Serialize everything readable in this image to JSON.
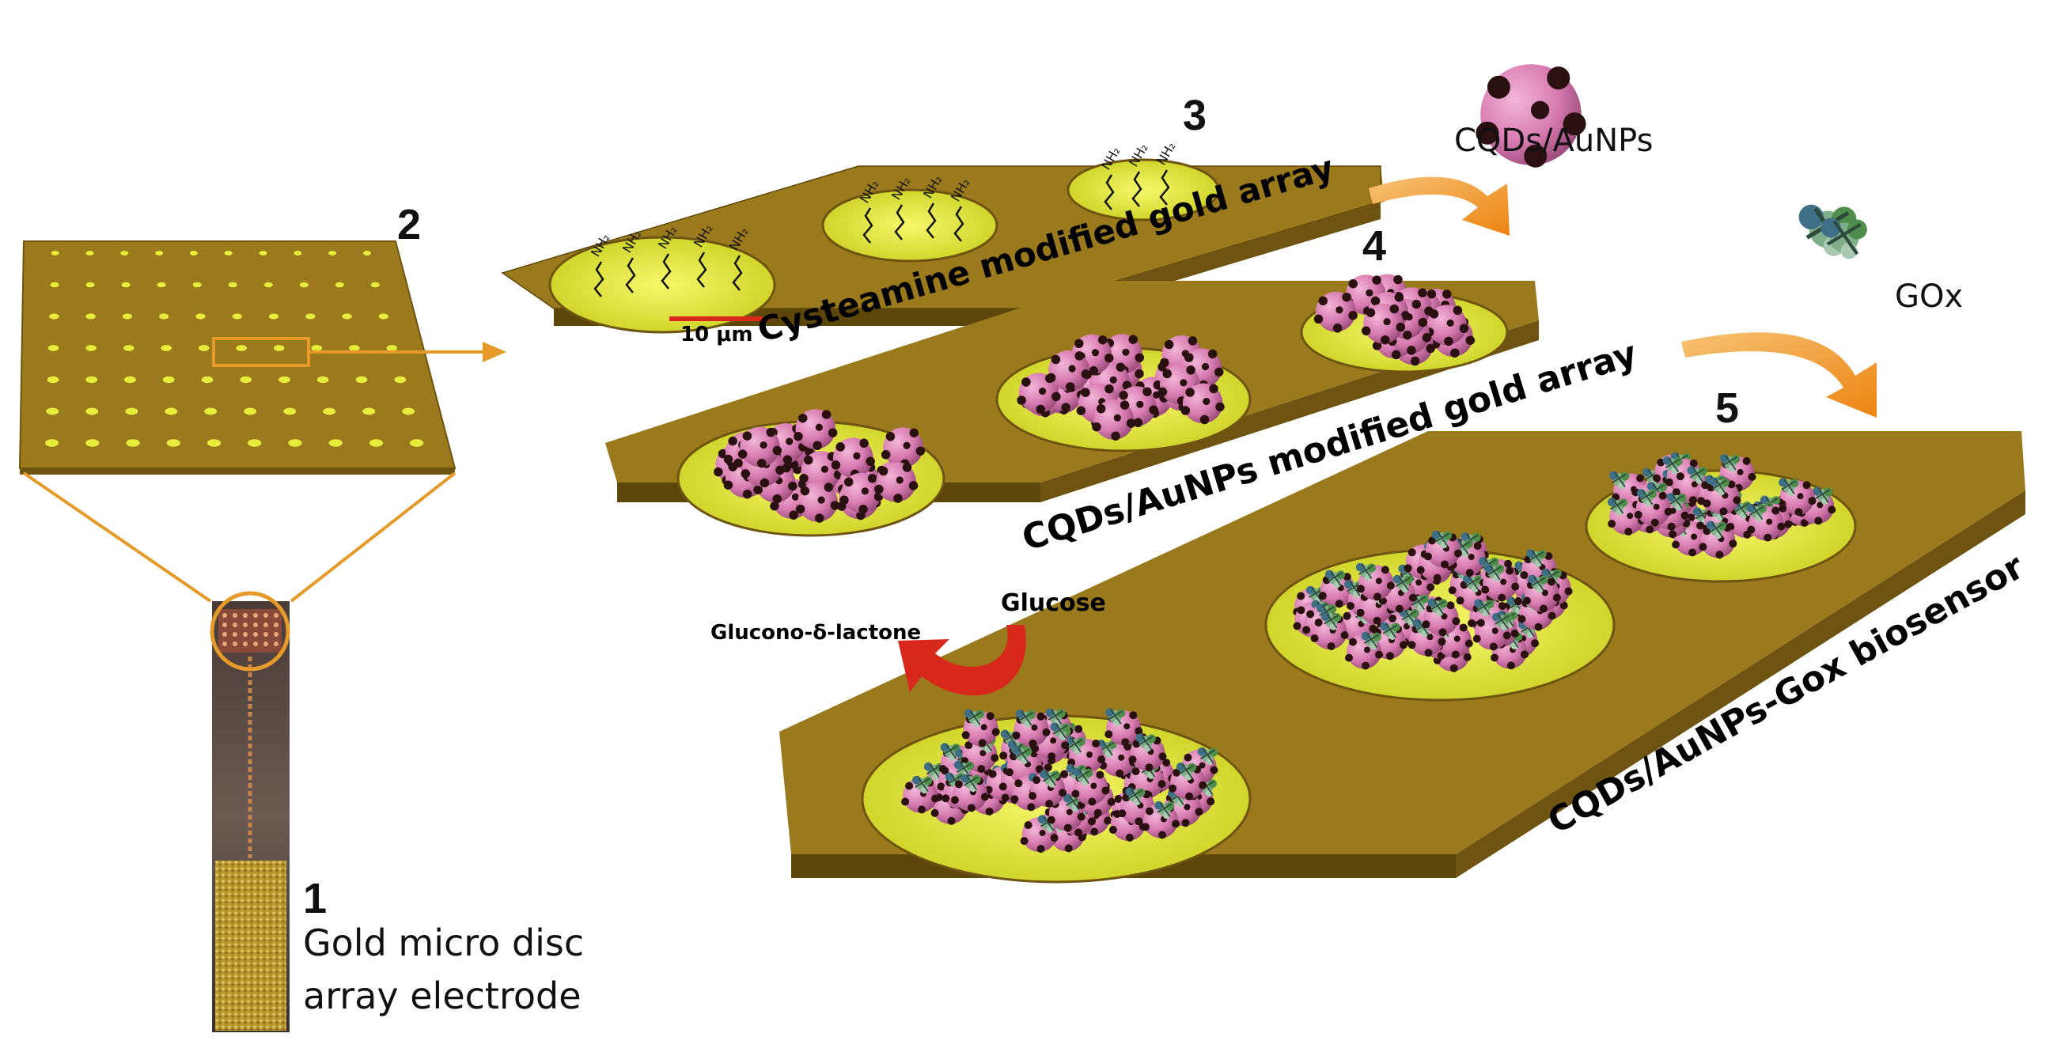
{
  "labels": {
    "step1": "1",
    "step2": "2",
    "step3": "3",
    "step4": "4",
    "step5": "5",
    "electrode_line1": "Gold micro disc",
    "electrode_line2": "array electrode",
    "cqds_aunps": "CQDs/AuNPs",
    "gox": "GOx",
    "stage3_title": "Cysteamine modified gold array",
    "stage4_title": "CQDs/AuNPs modified gold array",
    "stage5_title": "CQDs/AuNPs-Gox biosensor",
    "scale_bar": "10 μm",
    "glucose": "Glucose",
    "product": "Glucono-δ-lactone",
    "amine": "NH₂"
  },
  "colors": {
    "gold": "#9a7a1c",
    "gold_side": "#6e5410",
    "disc": "#e8ec3a",
    "particle": "#d77bb0",
    "dot": "#2a1010",
    "arrow_orange": "#f19a22",
    "arrow_red": "#d8281c",
    "connector": "#e59a2a"
  }
}
